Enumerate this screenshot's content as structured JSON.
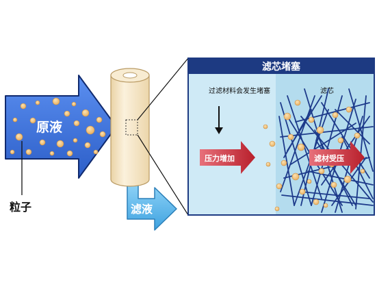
{
  "labels": {
    "raw_liquid": "原液",
    "particle": "粒子",
    "filtrate": "滤液",
    "panel_title": "滤芯堵塞",
    "clogging_note": "过滤材料会发生堵塞",
    "filter_core": "滤芯",
    "pressure_rise": "压力增加",
    "media_stressed": "滤材受压"
  },
  "colors": {
    "inlet_arrow": "#3a6fd8",
    "inlet_arrow_edge": "#102a6e",
    "filtrate_arrow": "#5ab4ea",
    "cartridge": "#f7e8c9",
    "particle": "#f1c27a",
    "panel_header": "#1d3a82",
    "panel_light": "#cde9f6",
    "panel_mid": "#b5dcee",
    "fiber": "#1d3a8a",
    "red_arrow": "#c8343c"
  }
}
